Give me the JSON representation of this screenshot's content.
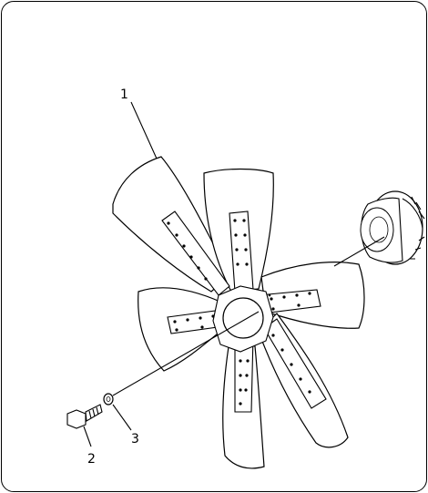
{
  "diagram": {
    "callouts": [
      {
        "id": "part-1",
        "label": "1"
      },
      {
        "id": "part-2",
        "label": "2"
      },
      {
        "id": "part-3",
        "label": "3"
      }
    ]
  }
}
